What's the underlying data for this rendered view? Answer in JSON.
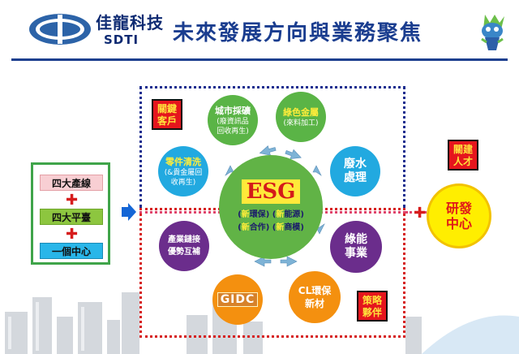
{
  "header": {
    "brand_name": "佳龍科技",
    "brand_abbr": "SDTI",
    "title": "未來發展方向與業務聚焦"
  },
  "left_box": {
    "item1": "四大產線",
    "item2": "四大平臺",
    "item3": "一個中心"
  },
  "labels": {
    "key_clients": [
      "關鍵",
      "客戶"
    ],
    "key_talent": [
      "關建",
      "人才"
    ],
    "strategic_partners": [
      "策略",
      "夥伴"
    ]
  },
  "nodes": {
    "urban_mining": {
      "main": "城市採礦",
      "sub1": "(廢資訊品",
      "sub2": "回收再生)"
    },
    "green_metal": {
      "main": "綠色金屬",
      "sub1": "(來料加工)"
    },
    "parts_cleaning": {
      "main": "零件清洗",
      "sub1": "(&貴金屬回",
      "sub2": "收再生)"
    },
    "wastewater": {
      "main1": "廢水",
      "main2": "處理"
    },
    "industry_integration": {
      "main1": "產業鏈接",
      "main2": "優勢互補"
    },
    "green_energy": {
      "main1": "綠能",
      "main2": "事業"
    },
    "gidc": {
      "main": "GIDC"
    },
    "cl_env": {
      "main1": "CL環保",
      "main2": "新材"
    },
    "rnd_center": {
      "main1": "研發",
      "main2": "中心"
    }
  },
  "esg": {
    "title": "ESG",
    "row1_a_key": "新",
    "row1_a_val": "環保",
    "row1_b_key": "新",
    "row1_b_val": "能源",
    "row2_a_key": "新",
    "row2_a_val": "合作",
    "row2_b_key": "新",
    "row2_b_val": "商模"
  },
  "colors": {
    "navy": "#1a3d8f",
    "green": "#5ab446",
    "cyan": "#22a9e0",
    "purple": "#6b2d8c",
    "orange": "#f4900f",
    "red": "#e5151d",
    "yellow": "#ffee00"
  },
  "icons": [
    "company-logo-icon",
    "mascot-icon",
    "blue-arrow-icon",
    "cycle-arrows-icon",
    "city-skyline-icon"
  ]
}
